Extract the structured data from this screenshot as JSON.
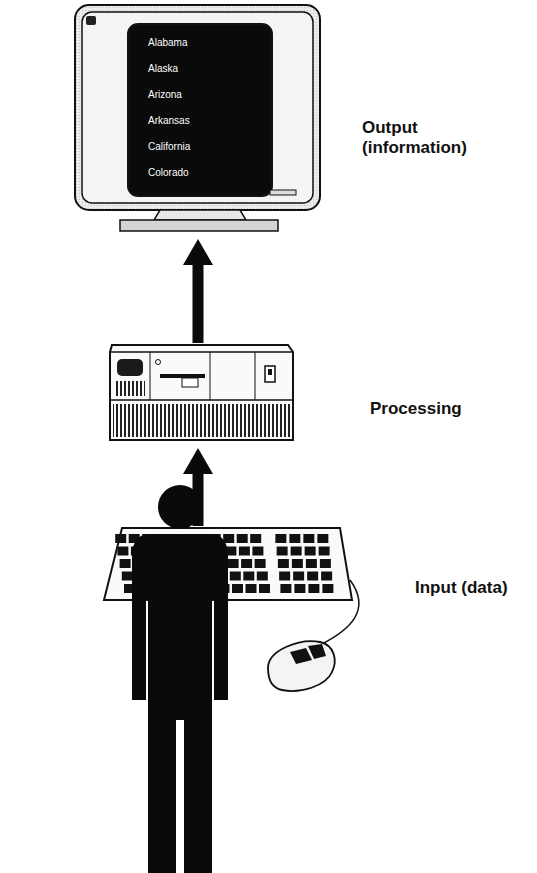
{
  "diagram": {
    "nodes": [
      {
        "text": [
          "Alabama",
          "Alaska",
          "Arizona",
          "Arkansas",
          "California",
          "Colorado",
          "Output (information)"
        ]
      },
      {
        "text": [
          "Processing"
        ]
      },
      {
        "text": [
          "Input (data)"
        ]
      }
    ],
    "edges": [
      {
        "from": 2,
        "to": 1,
        "arrow": "to"
      },
      {
        "from": 1,
        "to": 0,
        "arrow": "to"
      }
    ]
  }
}
